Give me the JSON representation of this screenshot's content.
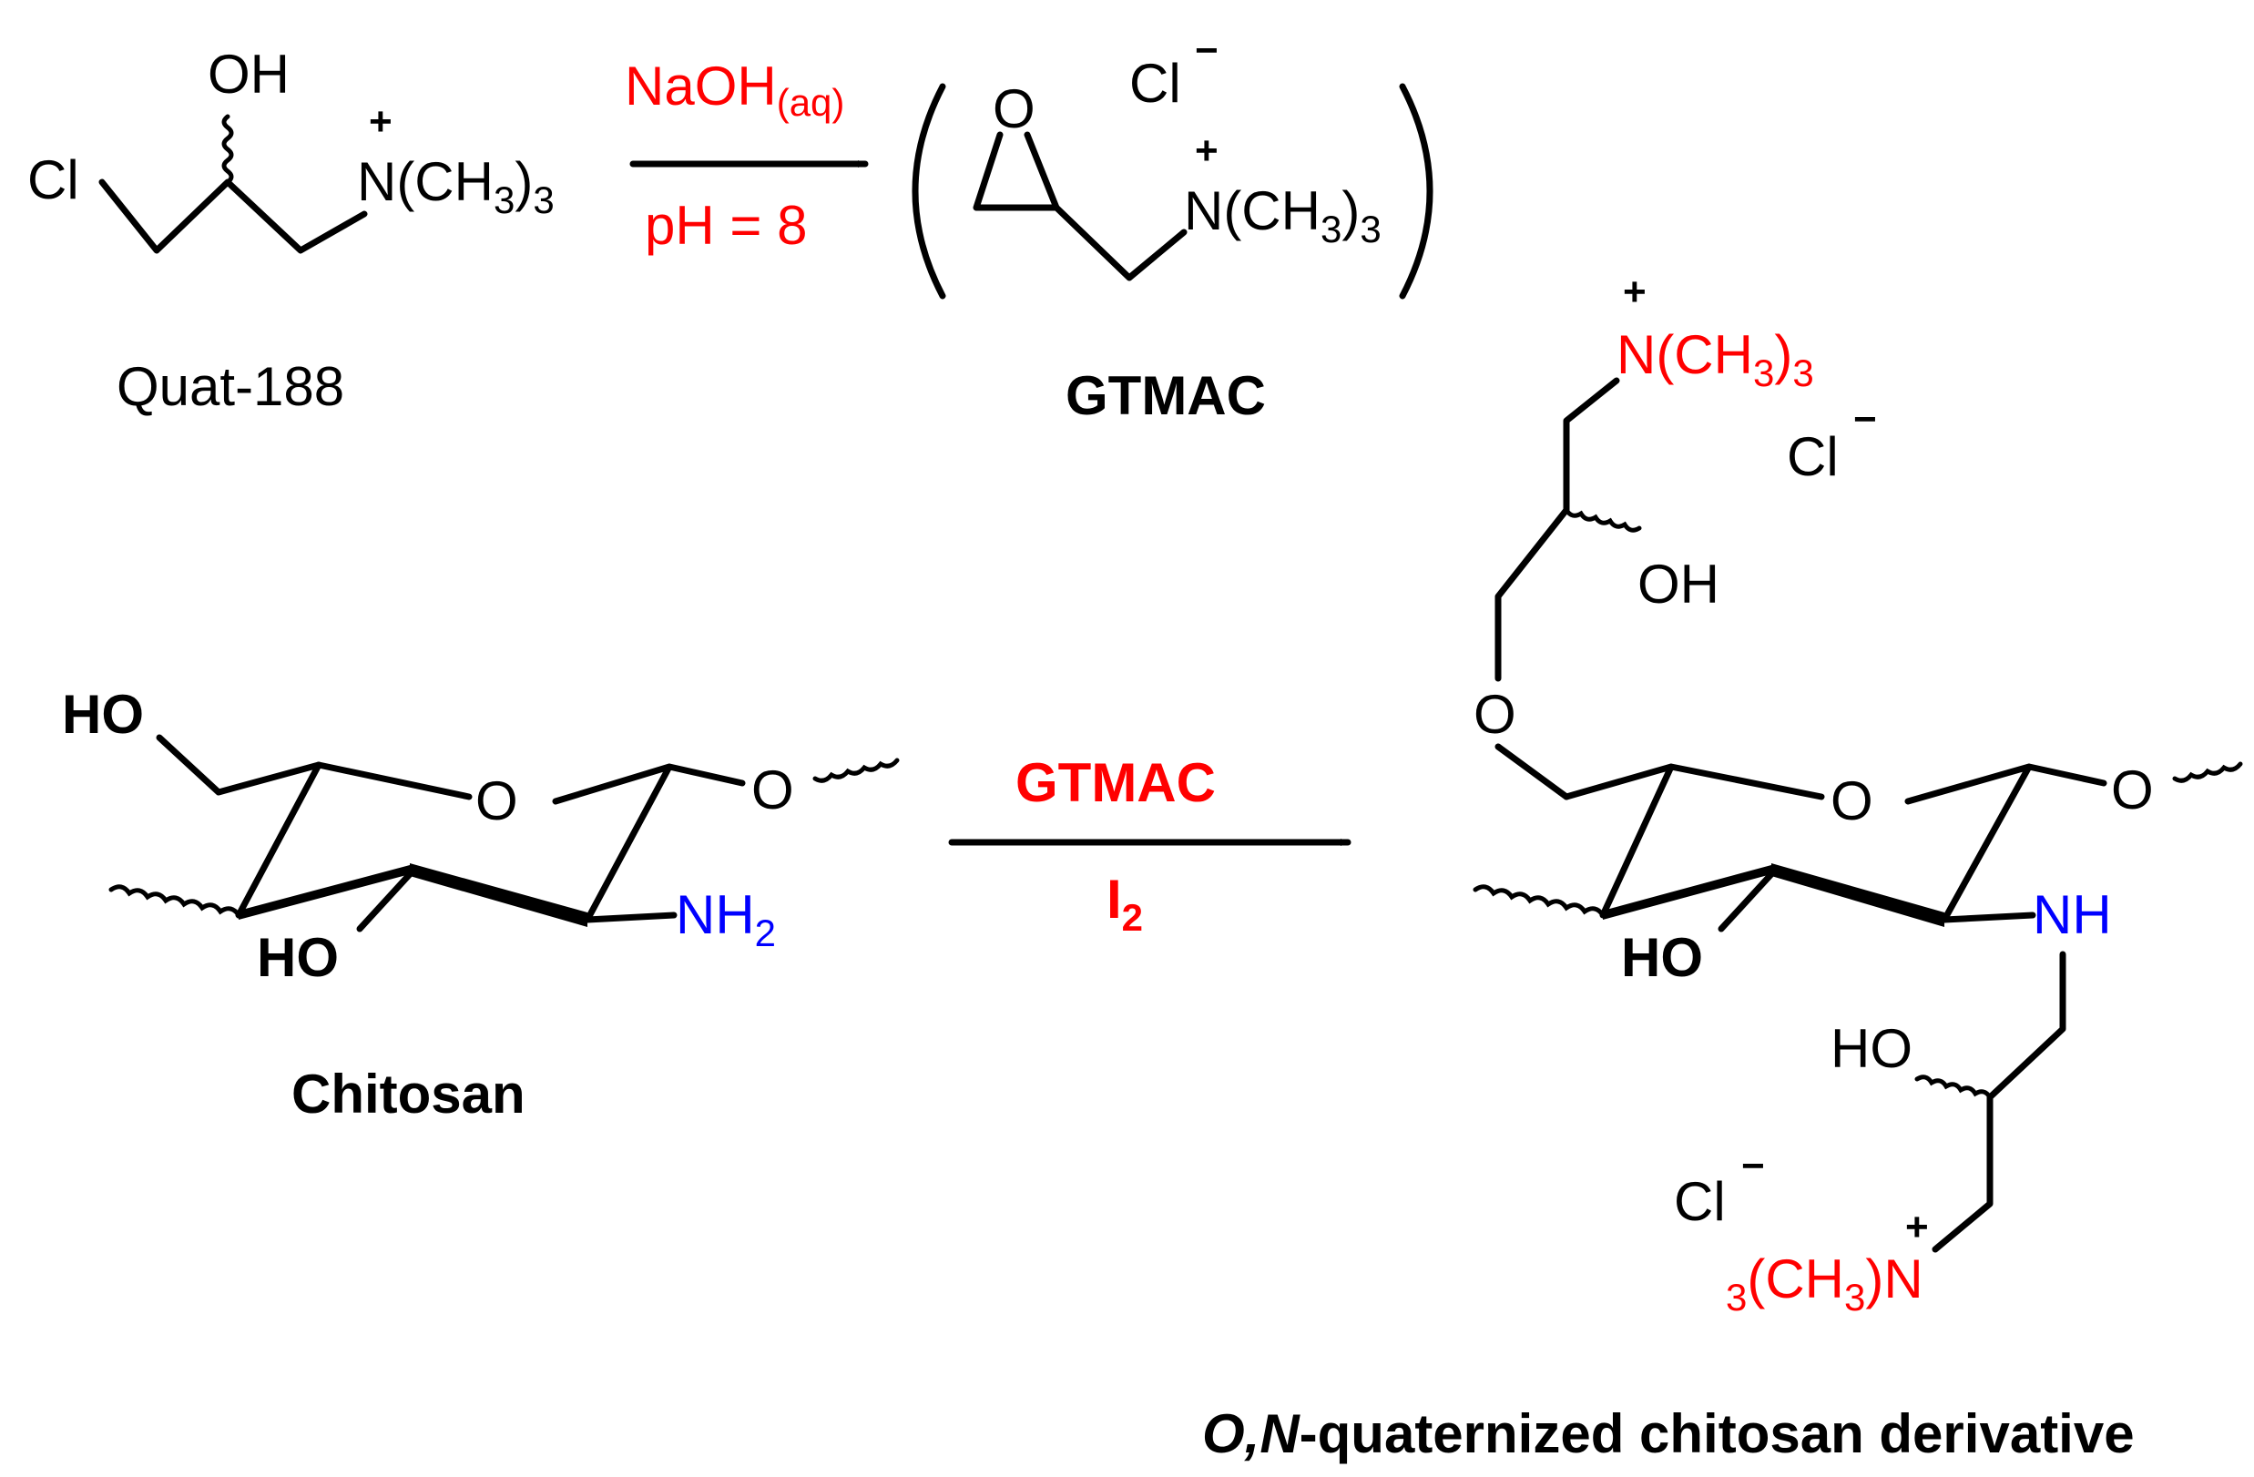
{
  "colors": {
    "bond": "#000000",
    "reagent": "#ff0000",
    "amine": "#0000ff",
    "quaternary": "#ff0000"
  },
  "reaction1": {
    "reactant": {
      "name": "Quat-188",
      "oh": "OH",
      "cl": "Cl",
      "n_main": "N(CH",
      "n_sub": "3",
      "n_close": ")",
      "n_count": "3",
      "charge": "+"
    },
    "conditions": {
      "base": "NaOH",
      "base_sub": "(aq)",
      "ph": "pH = 8"
    },
    "product": {
      "name": "GTMAC",
      "o": "O",
      "n_main": "N(CH",
      "n_sub": "3",
      "n_close": ")",
      "n_count": "3",
      "charge": "+",
      "counterion": "Cl",
      "counter_charge": "−"
    }
  },
  "reaction2": {
    "reactant": {
      "name": "Chitosan",
      "ho_top": "HO",
      "ho_bottom": "HO",
      "ring_o": "O",
      "glyco_o": "O",
      "nh": "NH",
      "nh_sub": "2"
    },
    "conditions": {
      "reagent": "GTMAC",
      "catalyst": "I",
      "catalyst_sub": "2"
    },
    "product": {
      "name_italic": "O,N",
      "name_rest": "-quaternized chitosan derivative",
      "n_top_main": "N(CH",
      "n_top_sub": "3",
      "n_top_close": ")",
      "n_top_count": "3",
      "n_top_charge": "+",
      "cl_top": "Cl",
      "cl_top_charge": "−",
      "oh_top": "OH",
      "ether_o": "O",
      "ring_o": "O",
      "glyco_o": "O",
      "ho_ring": "HO",
      "nh": "NH",
      "ho_side": "HO",
      "cl_bottom": "Cl",
      "cl_bottom_charge": "−",
      "n_bot_pre": "3",
      "n_bot_main": "(CH",
      "n_bot_sub": "3",
      "n_bot_close": ")N",
      "n_bot_charge": "+"
    }
  }
}
